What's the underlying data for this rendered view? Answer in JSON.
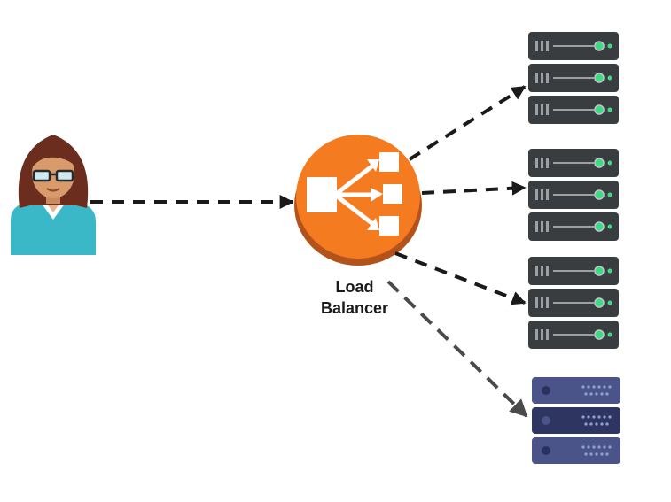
{
  "diagram": {
    "load_balancer": {
      "label_line1": "Load",
      "label_line2": "Balancer",
      "icon": "load-balancer-icon",
      "color": "#F47B20"
    },
    "user": {
      "icon": "user-avatar-icon"
    },
    "server_racks": [
      {
        "icon": "server-rack-icon",
        "color": "#3A3D40",
        "led_color": "#3DDC84"
      },
      {
        "icon": "server-rack-icon",
        "color": "#3A3D40",
        "led_color": "#3DDC84"
      },
      {
        "icon": "server-rack-icon",
        "color": "#3A3D40",
        "led_color": "#3DDC84"
      },
      {
        "icon": "server-rack-icon",
        "color": "#4A5488",
        "led_color": "#8FA0D8"
      }
    ],
    "arrow_color": "#1a1a1a",
    "arrow_style": "dashed"
  }
}
